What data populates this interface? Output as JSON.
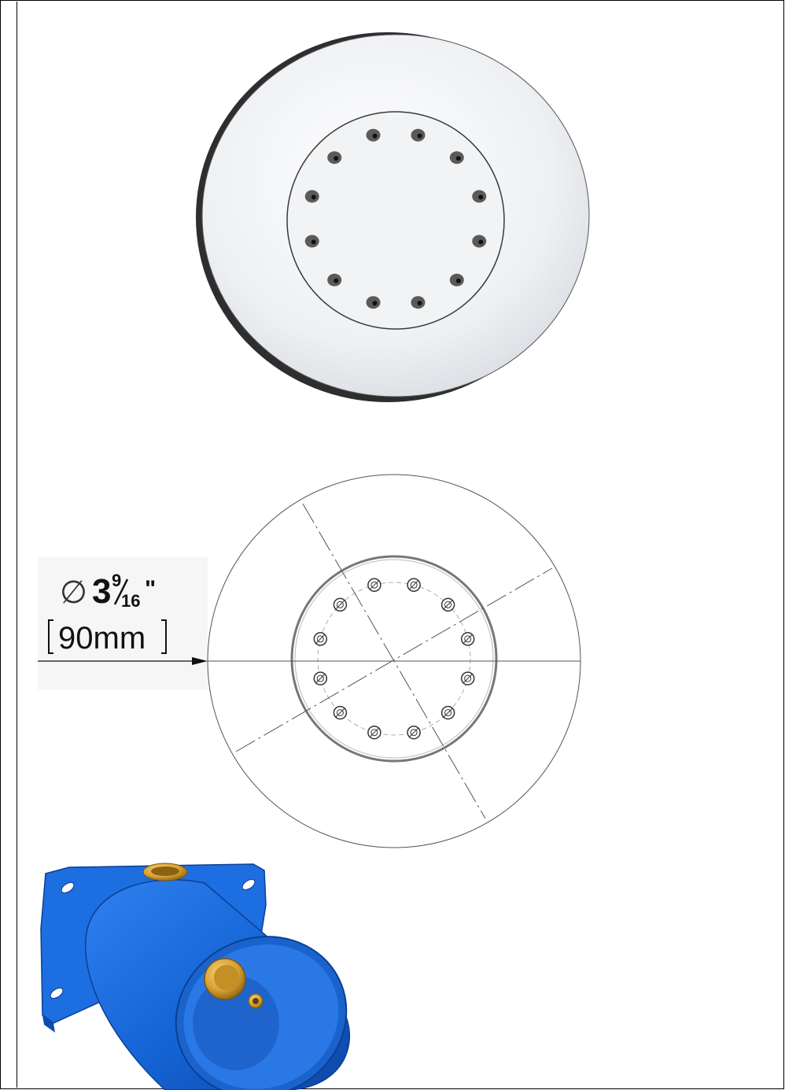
{
  "dimension": {
    "diameter_symbol": "∅",
    "inch_whole": "3",
    "inch_numerator": "9",
    "inch_denominator": "16",
    "inch_mark": "\"",
    "metric": "90mm"
  },
  "colors": {
    "housing_blue": "#1a66d6",
    "housing_blue_dark": "#0f4aa8",
    "brass": "#d7a233",
    "brass_dark": "#9a6c14",
    "chrome_light": "#f4f5f7",
    "chrome_edge": "#4a4a4a"
  },
  "views": [
    {
      "name": "product-render",
      "type": "round body spray head, 12 nozzles"
    },
    {
      "name": "technical-drawing",
      "type": "front dimension view"
    },
    {
      "name": "rough-in-valve",
      "type": "blue installation housing"
    }
  ]
}
